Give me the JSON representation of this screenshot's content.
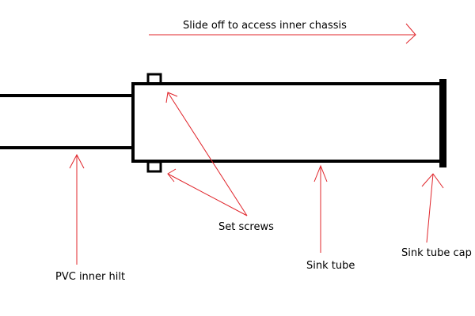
{
  "labels": {
    "slide_off": "Slide off to access inner chassis",
    "set_screws": "Set screws",
    "pvc_inner_hilt": "PVC inner hilt",
    "sink_tube": "Sink tube",
    "sink_tube_cap": "Sink tube cap"
  },
  "colors": {
    "outline": "#000000",
    "annotation": "#e0242a",
    "background": "#ffffff"
  }
}
